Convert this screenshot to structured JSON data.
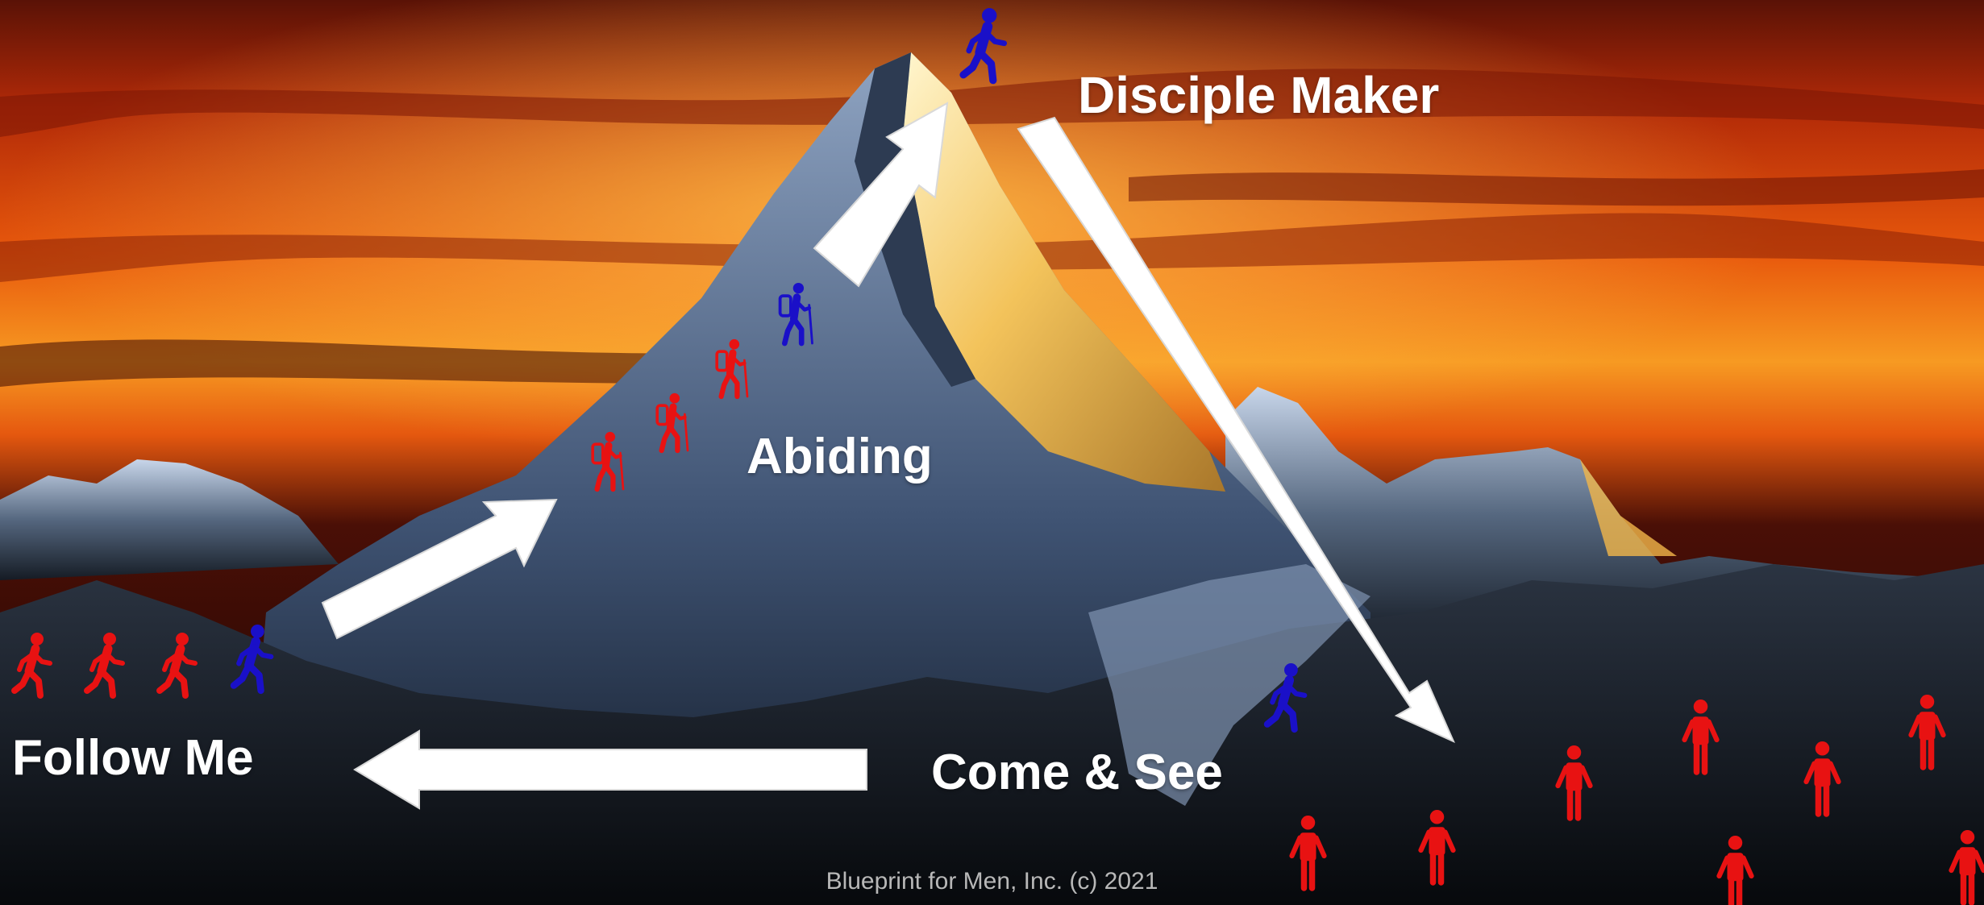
{
  "labels": {
    "disciple_maker": "Disciple Maker",
    "abiding": "Abiding",
    "follow_me": "Follow Me",
    "come_and_see": "Come & See"
  },
  "footer": "Blueprint for Men, Inc. (c) 2021",
  "colors": {
    "follower_red": "#e81212",
    "leader_blue": "#1a10c8",
    "arrow_white": "#ffffff",
    "sky_orange": "#e8580c"
  },
  "icons": {
    "walker": "walking-person-icon",
    "hiker": "hiking-person-icon",
    "standing": "standing-person-icon"
  },
  "stages": [
    "Come & See",
    "Follow Me",
    "Abiding",
    "Disciple Maker"
  ]
}
